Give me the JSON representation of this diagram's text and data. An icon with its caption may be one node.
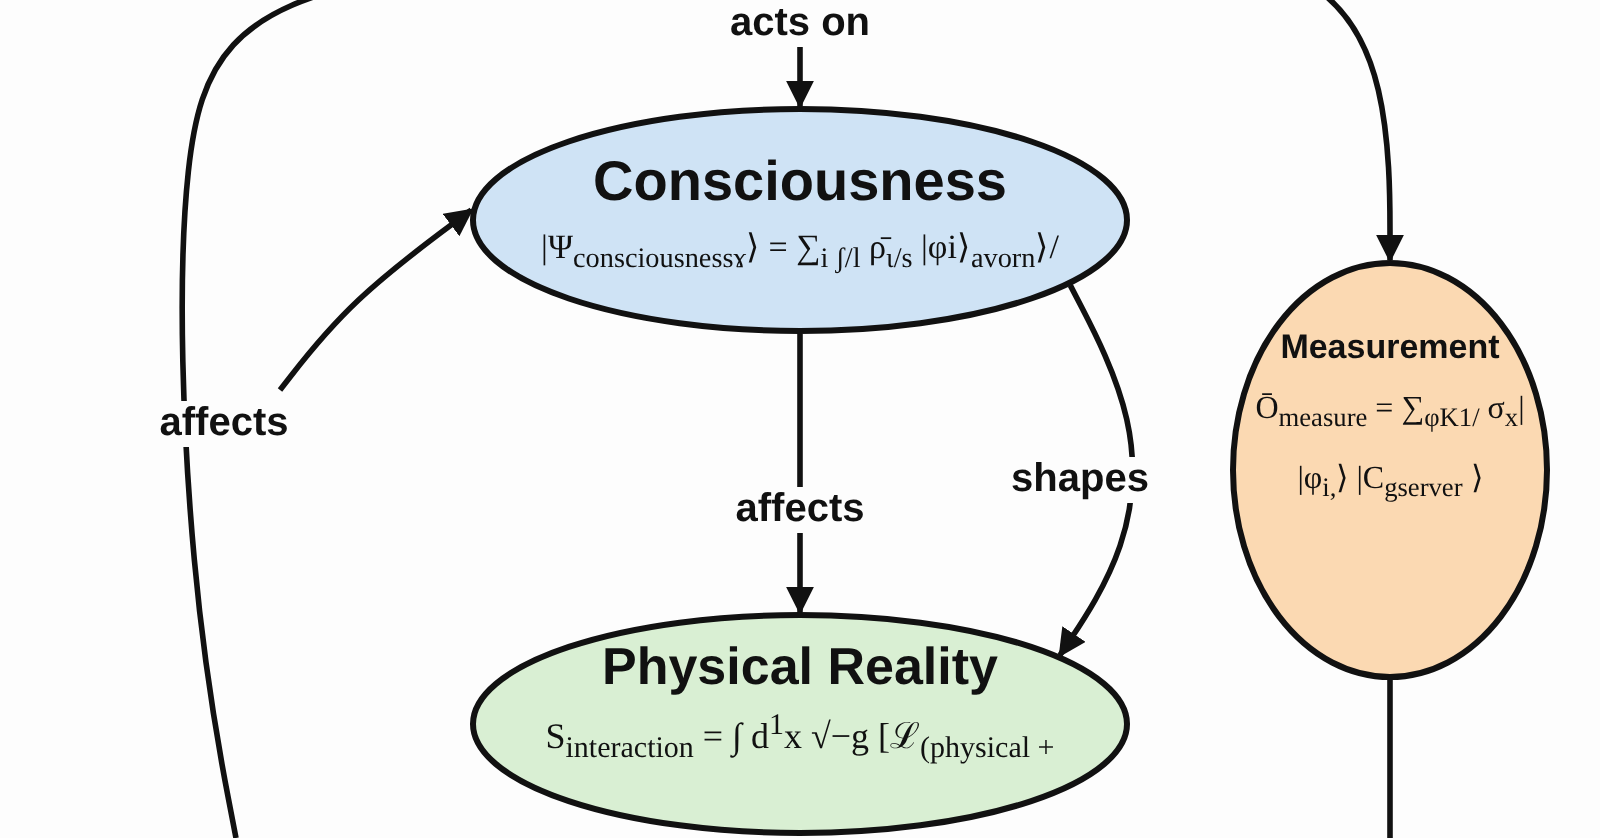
{
  "diagram": {
    "nodes": [
      {
        "text": [
          "Consciousness",
          "|Ψ$_{consciousnessɤ}$⟩ = ∑$_{i ʃ/l}$ ρ̄$_{ɩ/s}$ |φi⟩$_{avorn}$⟩/"
        ]
      },
      {
        "text": [
          "Measurement",
          "Ō$_{measure}$ = ∑$_{φK1/}$ σ$_{x}$|",
          "|φ$_{i,}$⟩ |C$_{gserver}$ ⟩"
        ]
      },
      {
        "text": [
          "Physical Reality",
          "S$_{interaction}$ = ∫ d$^{1}$x √−g [ℒ$_{(physical +}$"
        ]
      }
    ],
    "edges": [
      {
        "from": null,
        "to": 0,
        "arrow": "to",
        "label": "acts on"
      },
      {
        "from": null,
        "to": 1,
        "arrow": "to"
      },
      {
        "from": null,
        "to": 0,
        "arrow": "to",
        "label": "affects"
      },
      {
        "from": 0,
        "to": 2,
        "arrow": "to",
        "label": "affects"
      },
      {
        "from": 0,
        "to": 2,
        "arrow": "to",
        "label": "shapes"
      },
      {
        "from": 1,
        "to": null,
        "arrow": "none"
      }
    ]
  }
}
